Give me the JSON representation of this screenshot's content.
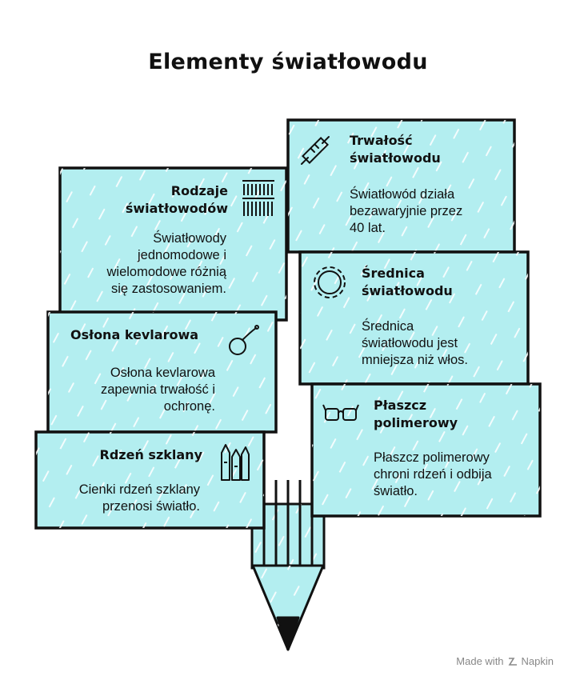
{
  "title": "Elementy światłowodu",
  "colors": {
    "fill": "#b3eef0",
    "stroke": "#111111",
    "hatch": "#ffffff"
  },
  "cards": {
    "types": {
      "title": "Rodzaje\nświatłowodów",
      "body": "Światłowody\njednomodowe i\nwielomodowe różnią\nsię zastosowaniem.",
      "icon": "barcode-icon"
    },
    "kevlar": {
      "title": "Osłona kevlarowa",
      "body": "Osłona kevlarowa\nzapewnia trwałość i\nochronę.",
      "icon": "lasso-icon"
    },
    "core": {
      "title": "Rdzeń szklany",
      "body": "Cienki rdzeń szklany\nprzenosi światło.",
      "icon": "glass-rods-icon"
    },
    "durability": {
      "title": "Trwałość\nświatłowodu",
      "body": "Światłowód działa\nbezawaryjnie przez\n40 lat.",
      "icon": "cable-icon"
    },
    "diameter": {
      "title": "Średnica\nświatłowodu",
      "body": "Średnica\nświatłowodu jest\nmniejsza niż włos.",
      "icon": "ring-icon"
    },
    "cladding": {
      "title": "Płaszcz\npolimerowy",
      "body": "Płaszcz polimerowy\nchroni rdzeń i odbija\nświatło.",
      "icon": "glasses-icon"
    }
  },
  "footer": {
    "made_with": "Made with",
    "brand": "Napkin"
  }
}
